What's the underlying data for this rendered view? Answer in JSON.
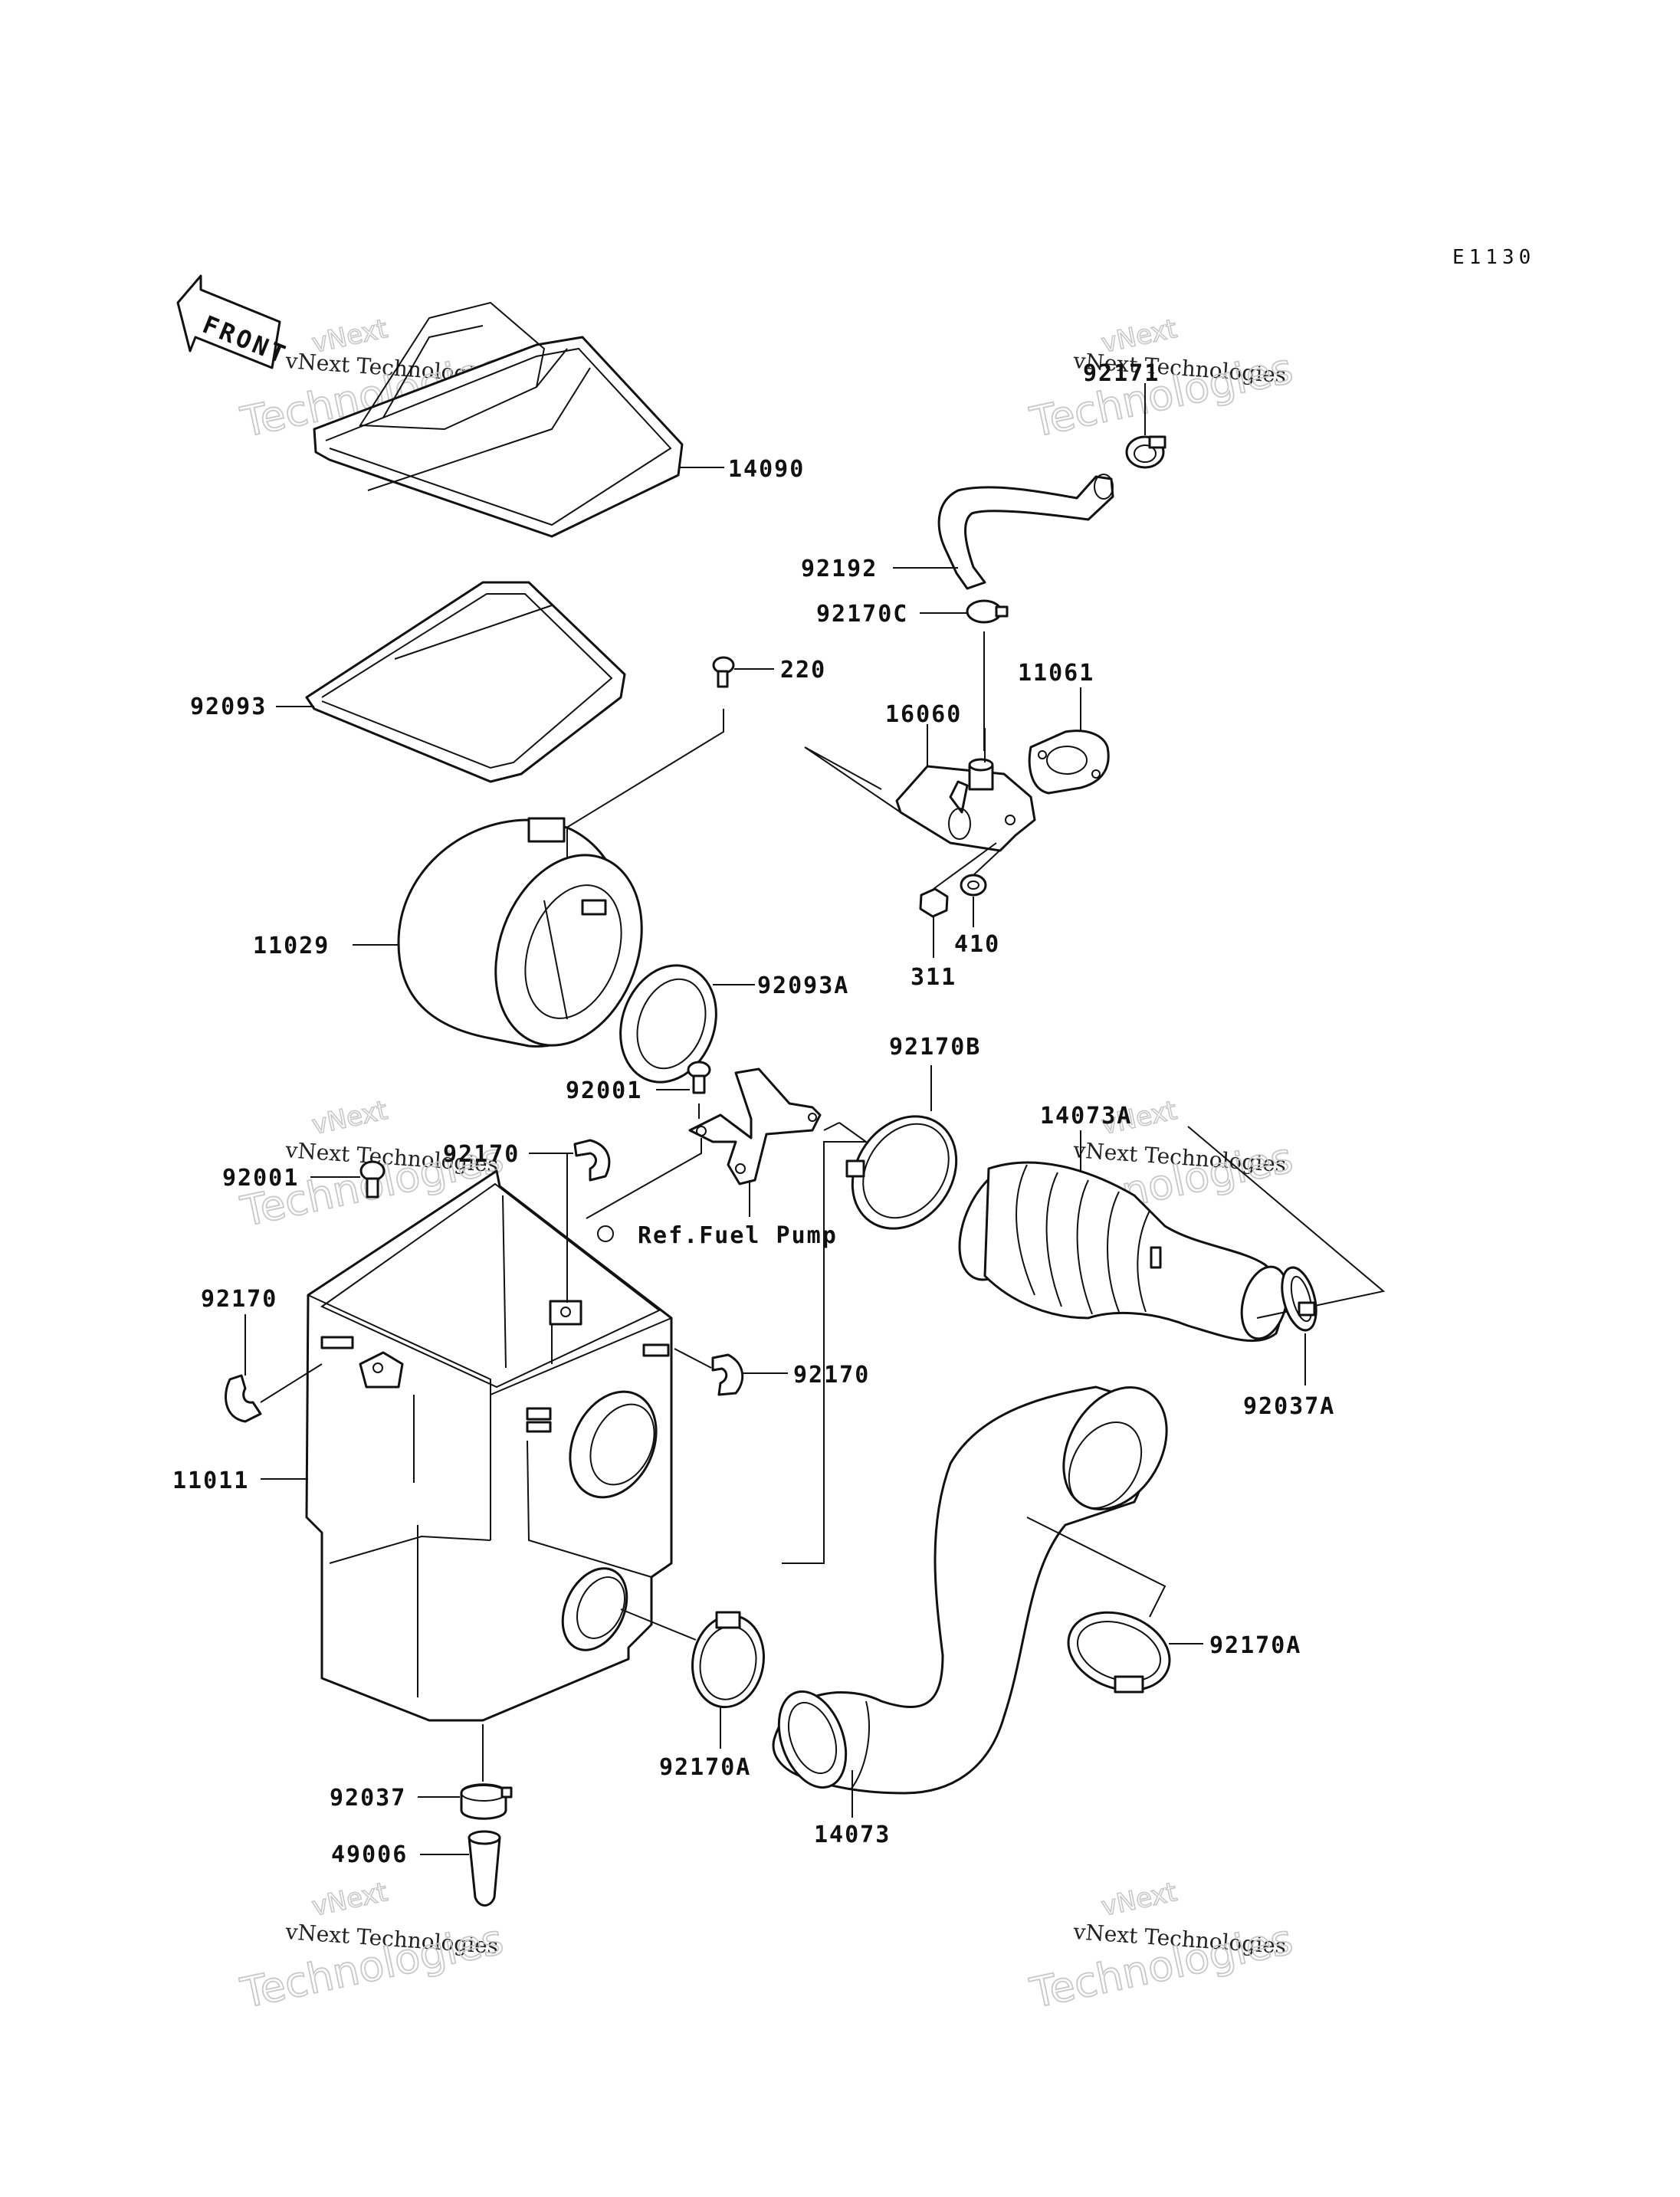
{
  "diagram": {
    "code": "E1130",
    "front_label": "FRONT",
    "ref_note": "Ref.Fuel Pump",
    "watermark": {
      "line1": "vNext",
      "line2": "vNext Technologies",
      "line3": "Technologies"
    },
    "labels": {
      "p14090": "14090",
      "p92093": "92093",
      "p220": "220",
      "p11029": "11029",
      "p92093A": "92093A",
      "p92001a": "92001",
      "p92001b": "92001",
      "p92170a": "92170",
      "p92170b": "92170",
      "p92170c": "92170",
      "p11011": "11011",
      "p92037": "92037",
      "p49006": "49006",
      "p92171": "92171",
      "p92192": "92192",
      "p92170C": "92170C",
      "p11061": "11061",
      "p16060": "16060",
      "p311": "311",
      "p410": "410",
      "p92170B": "92170B",
      "p14073A": "14073A",
      "p92037A": "92037A",
      "p92170A1": "92170A",
      "p92170A2": "92170A",
      "p14073": "14073"
    }
  }
}
